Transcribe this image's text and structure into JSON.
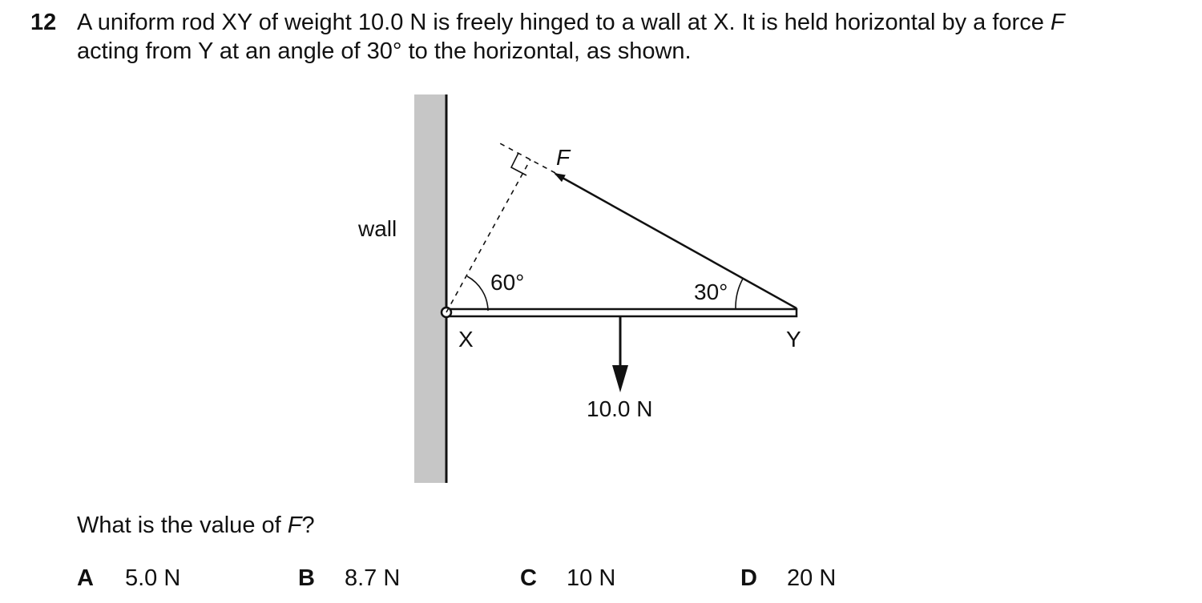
{
  "question": {
    "number": "12",
    "stem_line1_a": "A uniform rod XY of weight 10.0 N is freely hinged to a wall at X. It is held horizontal by a force ",
    "stem_line1_F": "F",
    "stem_line2": "acting from Y at an angle of 30° to the horizontal, as shown.",
    "prompt_a": "What is the value of ",
    "prompt_F": "F",
    "prompt_b": "?"
  },
  "diagram": {
    "wall_label": "wall",
    "force_label": "F",
    "angle_60": "60°",
    "angle_30": "30°",
    "label_x": "X",
    "label_y": "Y",
    "weight_label": "10.0 N",
    "colors": {
      "wall_fill": "#c6c6c6",
      "ink": "#111111"
    }
  },
  "options": [
    {
      "letter": "A",
      "value": "5.0 N"
    },
    {
      "letter": "B",
      "value": "8.7 N"
    },
    {
      "letter": "C",
      "value": "10 N"
    },
    {
      "letter": "D",
      "value": "20 N"
    }
  ]
}
